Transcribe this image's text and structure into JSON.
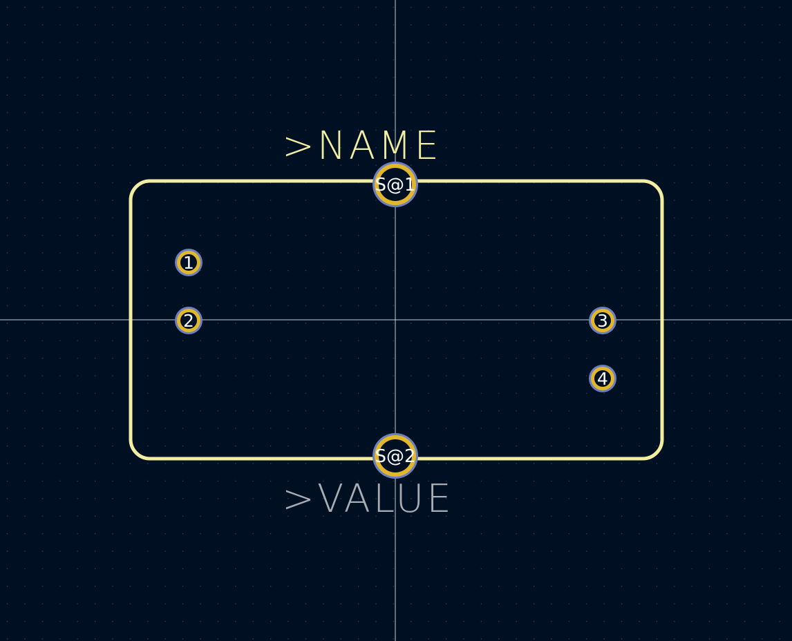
{
  "editor": {
    "background_color": "#001023",
    "grid_dot_color": "#3b4a5c",
    "crosshair_color": "#c8cdd2"
  },
  "footprint": {
    "silkscreen_color": "#f2eda1",
    "ref_label": ">NAME",
    "ref_label_color": "#f2eda1",
    "value_label": ">VALUE",
    "value_label_color": "#a9adb3",
    "pad_copper_color": "#e3b72b",
    "pad_outline_color": "#6a80c0",
    "pad_hole_color": "#001023",
    "pad_text_color": "#ffffff",
    "pads": [
      {
        "label": "S@1",
        "kind": "shield"
      },
      {
        "label": "S@2",
        "kind": "shield"
      },
      {
        "label": "1",
        "kind": "signal"
      },
      {
        "label": "2",
        "kind": "signal"
      },
      {
        "label": "3",
        "kind": "signal"
      },
      {
        "label": "4",
        "kind": "signal"
      }
    ]
  }
}
